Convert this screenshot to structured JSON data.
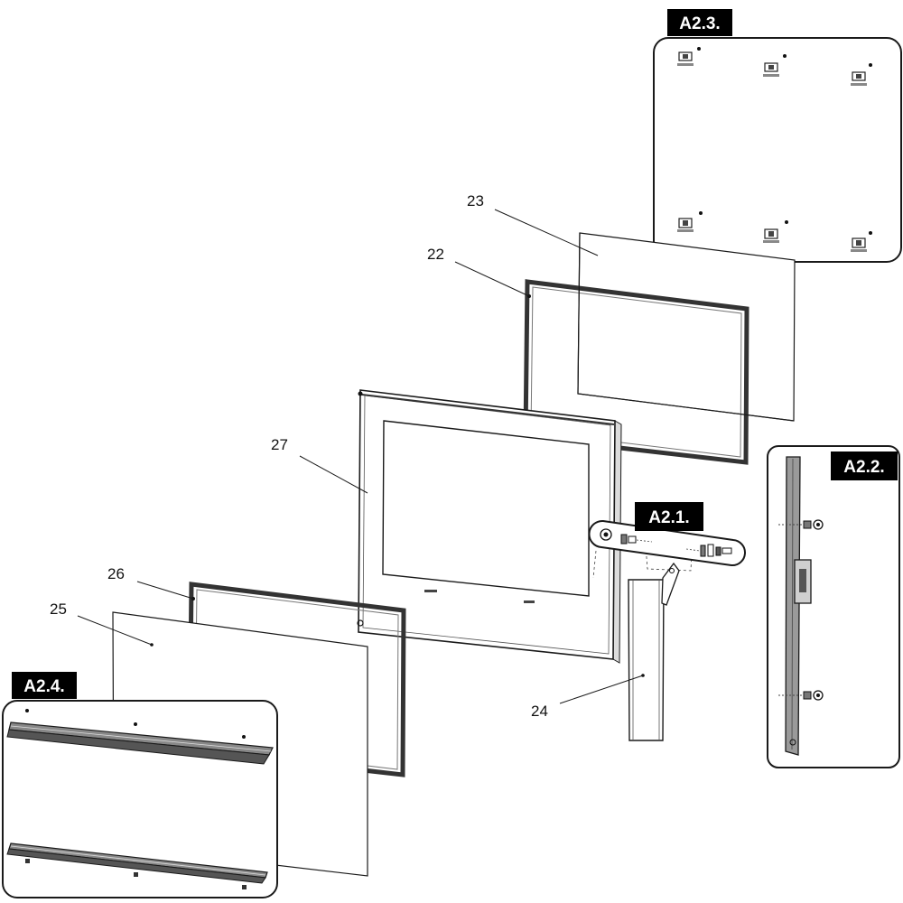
{
  "callouts": {
    "c22": "22",
    "c23": "23",
    "c24": "24",
    "c25": "25",
    "c26": "26",
    "c27": "27"
  },
  "detail_views": {
    "a2_1": "A2.1.",
    "a2_2": "A2.2.",
    "a2_3": "A2.3.",
    "a2_4": "A2.4."
  },
  "colors": {
    "line": "#1a1a1a",
    "badge": "#000000",
    "badge_text": "#ffffff",
    "gasket": "#3a3a3a",
    "rail": "#666666",
    "background": "#ffffff"
  }
}
